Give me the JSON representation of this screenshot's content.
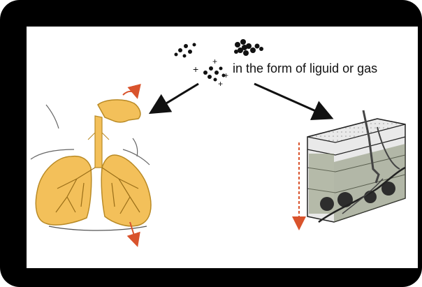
{
  "caption": "in the form of liguid or gas",
  "colors": {
    "frame": "#000000",
    "panel": "#ffffff",
    "lung_fill": "#f3c05a",
    "lung_stroke": "#b98a25",
    "arrow": "#111111",
    "red_arrow": "#d9532c"
  },
  "icons": [
    "particles-cluster",
    "respiratory-system",
    "skin-cross-section",
    "arrow"
  ]
}
